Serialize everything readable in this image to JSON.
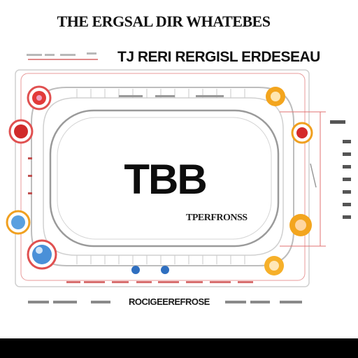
{
  "title": "THE ERGSAL DIR WHATEBES",
  "subtitle": "TJ RERI RERGISL ERDESEAU",
  "center_label": "TBB",
  "sub_label": "TPERFRONSS",
  "bottom_label": "ROCIGEEREFROSE",
  "colors": {
    "outline": "#c8c8c8",
    "accent_red": "#d8262d",
    "accent_orange": "#f0a020",
    "accent_blue": "#2f7fd0",
    "footer": "#000000"
  }
}
